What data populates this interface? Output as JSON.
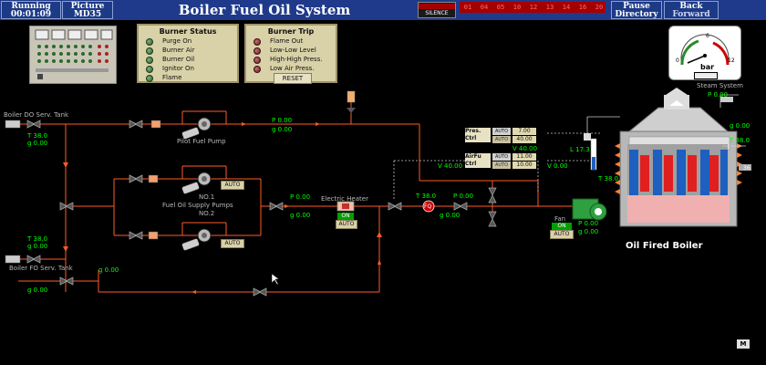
{
  "header": {
    "running_label": "Running",
    "running_time": "00:01:09",
    "picture_label": "Picture",
    "picture_id": "MD35",
    "title": "Boiler Fuel Oil System",
    "silence_label": "SILENCE",
    "alarm_numbers": [
      "01",
      "04",
      "05",
      "10",
      "12",
      "13",
      "14",
      "16",
      "20"
    ],
    "pause_label": "Pause",
    "directory_label": "Directory",
    "back_label": "Back",
    "forward_label": "Forward"
  },
  "burner_status": {
    "title": "Burner Status",
    "items": [
      "Purge On",
      "Burner Air",
      "Burner Oil",
      "Ignitor On",
      "Flame"
    ]
  },
  "burner_trip": {
    "title": "Burner Trip",
    "items": [
      "Flame Out",
      "Low-Low Level",
      "High-High Press.",
      "Low Air Press."
    ],
    "reset_label": "RESET"
  },
  "gauge": {
    "unit": "bar",
    "ticks": [
      "0",
      "6",
      "12"
    ],
    "steam_label": "Steam System"
  },
  "labels": {
    "do_tank": "Boiler DO Serv. Tank",
    "fo_tank": "Boiler FO Serv. Tank",
    "pilot_pump": "Pilot Fuel Pump",
    "no1": "NO.1",
    "supply_pumps": "Fuel Oil Supply Pumps",
    "no2": "NO.2",
    "heater": "Electric Heater",
    "fan": "Fan",
    "boiler": "Oil Fired Boiler",
    "on": "ON",
    "auto": "AUTO",
    "corner": "M"
  },
  "readings": {
    "t_do": "T 38.0",
    "g_do": "g 0.00",
    "t_fo": "T 38.0",
    "g_fo": "g 0.00",
    "p_pilot": "P 0.00",
    "g_pilot": "g 0.00",
    "p_heater": "P 0.00",
    "g_heater": "g 0.00",
    "t_fq": "T 38.0",
    "p_fq": "P 0.00",
    "g_fq": "g 0.00",
    "g_ret": "g 0.00",
    "g_fo_ret": "g 0.00",
    "v_pres": "V 40.00",
    "v_air": "V 40.00",
    "v_air2": "V 0.00",
    "l_boiler": "L 17.3",
    "t_boiler": "T 38.0",
    "p_fan": "P 0.00",
    "g_fan": "g 0.00",
    "p_steam": "P 0.00",
    "t_steam": "T 38.0",
    "g_steam": "g 0.00",
    "fq": "FQ",
    "s36": "36"
  },
  "controllers": {
    "pres": {
      "label1": "Pres.",
      "label2": "Ctrl",
      "mode": "AUTO",
      "sp": "7.00",
      "pv_mode": "AUTO",
      "pv": "40.00"
    },
    "air": {
      "label1": "AirFu",
      "label2": "Ctrl",
      "mode": "AUTO",
      "sp": "11.00",
      "pv_mode": "AUTO",
      "pv": "10.00"
    }
  },
  "colors": {
    "pipe_fuel": "#ff5a2a",
    "reading_green": "#00ff00",
    "header_blue": "#1f3a8a",
    "panel_bg": "#d9d1a8",
    "alarm_red": "#a50000"
  }
}
